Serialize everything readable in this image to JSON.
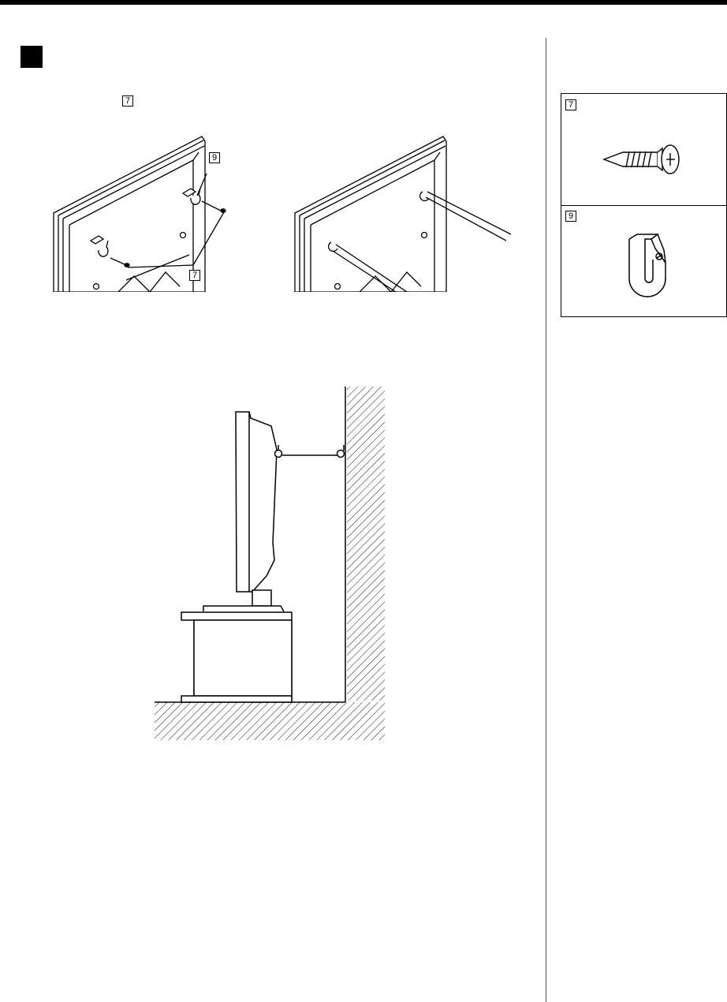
{
  "header": {
    "ref_inline": "7"
  },
  "illustrations": {
    "left_callout_clamp": "9",
    "left_callout_screw": "7"
  },
  "parts": [
    {
      "id": "7",
      "icon": "screw-icon"
    },
    {
      "id": "9",
      "icon": "cable-clamp-icon"
    }
  ]
}
